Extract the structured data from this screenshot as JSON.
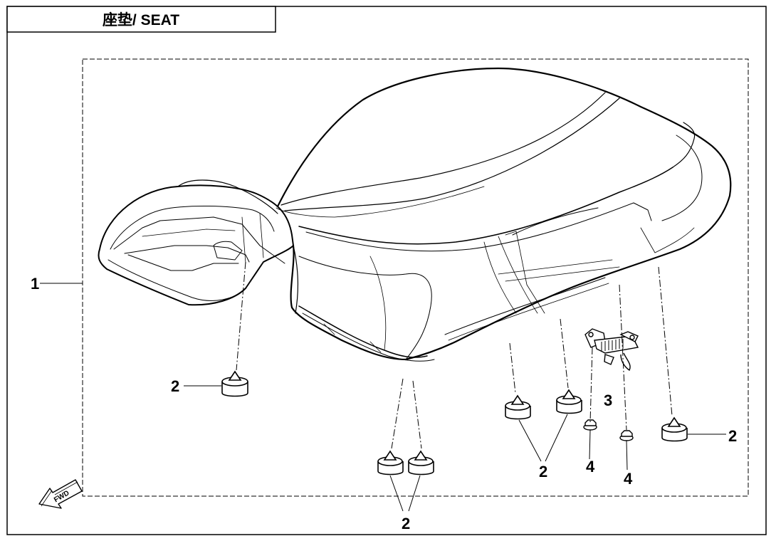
{
  "title": "座垫/ SEAT",
  "fwd_label": "FWD",
  "callouts": {
    "seat": "1",
    "bumper_left": "2",
    "bumper_right": "2",
    "bumper_bottom_left": "2",
    "bumper_bottom_center": "2",
    "latch": "3",
    "nut_left": "4",
    "nut_right": "4"
  },
  "colors": {
    "line": "#000000",
    "background": "#ffffff"
  }
}
